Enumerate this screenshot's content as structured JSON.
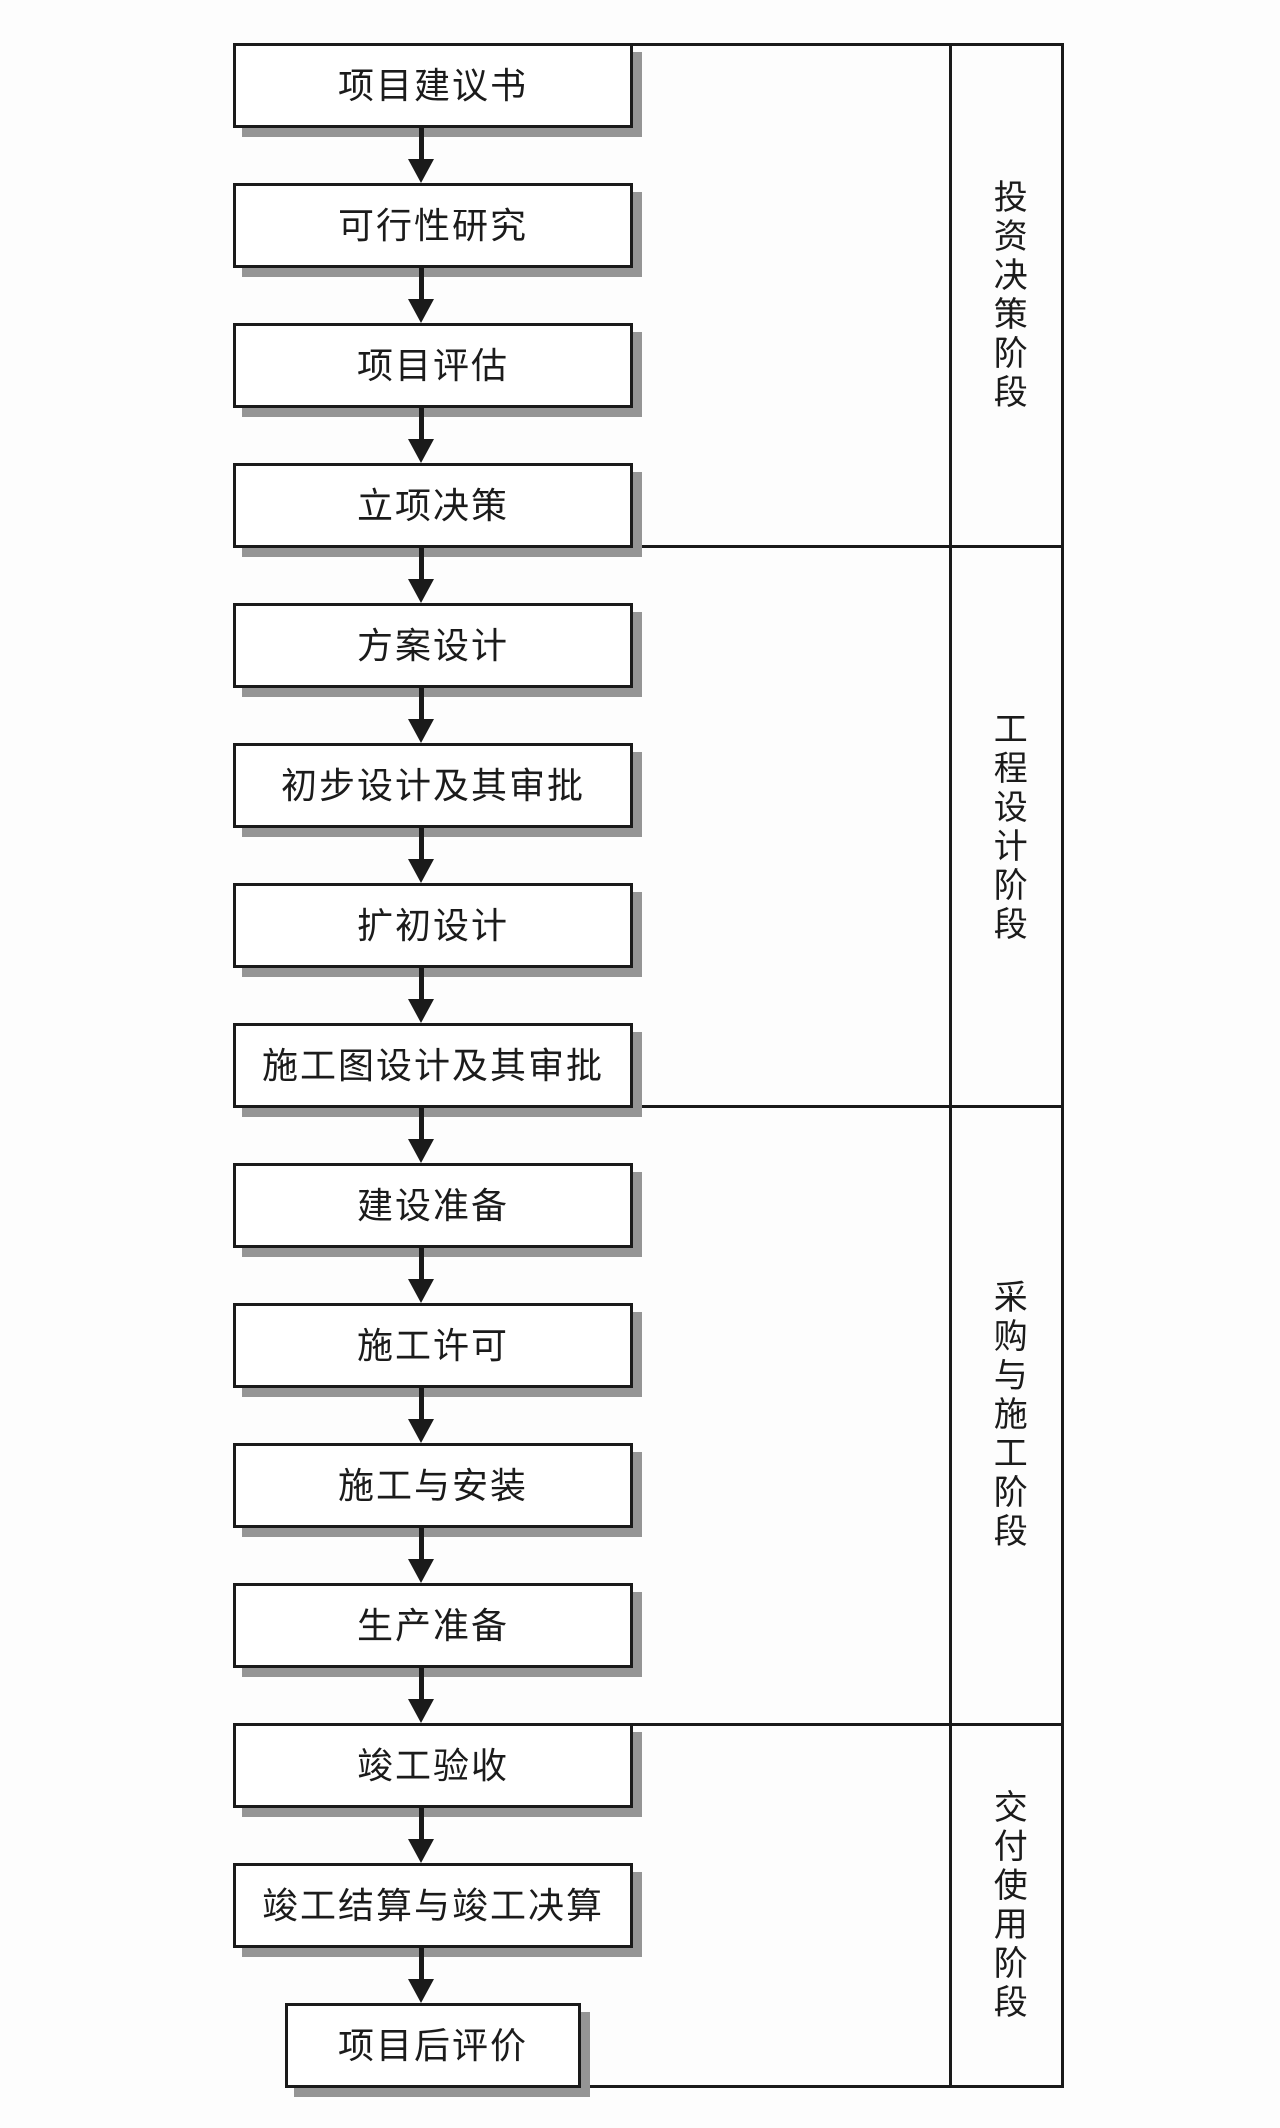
{
  "diagram": {
    "type": "flowchart",
    "direction": "top-to-bottom",
    "steps": [
      {
        "label": "项目建议书"
      },
      {
        "label": "可行性研究"
      },
      {
        "label": "项目评估"
      },
      {
        "label": "立项决策"
      },
      {
        "label": "方案设计"
      },
      {
        "label": "初步设计及其审批"
      },
      {
        "label": "扩初设计"
      },
      {
        "label": "施工图设计及其审批"
      },
      {
        "label": "建设准备"
      },
      {
        "label": "施工许可"
      },
      {
        "label": "施工与安装"
      },
      {
        "label": "生产准备"
      },
      {
        "label": "竣工验收"
      },
      {
        "label": "竣工结算与竣工决算"
      },
      {
        "label": "项目后评价"
      }
    ],
    "phases": [
      {
        "label": "投资决策阶段",
        "from_step": 1,
        "to_step": 4
      },
      {
        "label": "工程设计阶段",
        "from_step": 5,
        "to_step": 8
      },
      {
        "label": "采购与施工阶段",
        "from_step": 9,
        "to_step": 12
      },
      {
        "label": "交付使用阶段",
        "from_step": 13,
        "to_step": 15
      }
    ],
    "colors": {
      "background": "#fdfdfd",
      "box_fill": "#ffffff",
      "line": "#1a1a1a",
      "text": "#1b1b1b",
      "shadow": "#959595"
    }
  }
}
